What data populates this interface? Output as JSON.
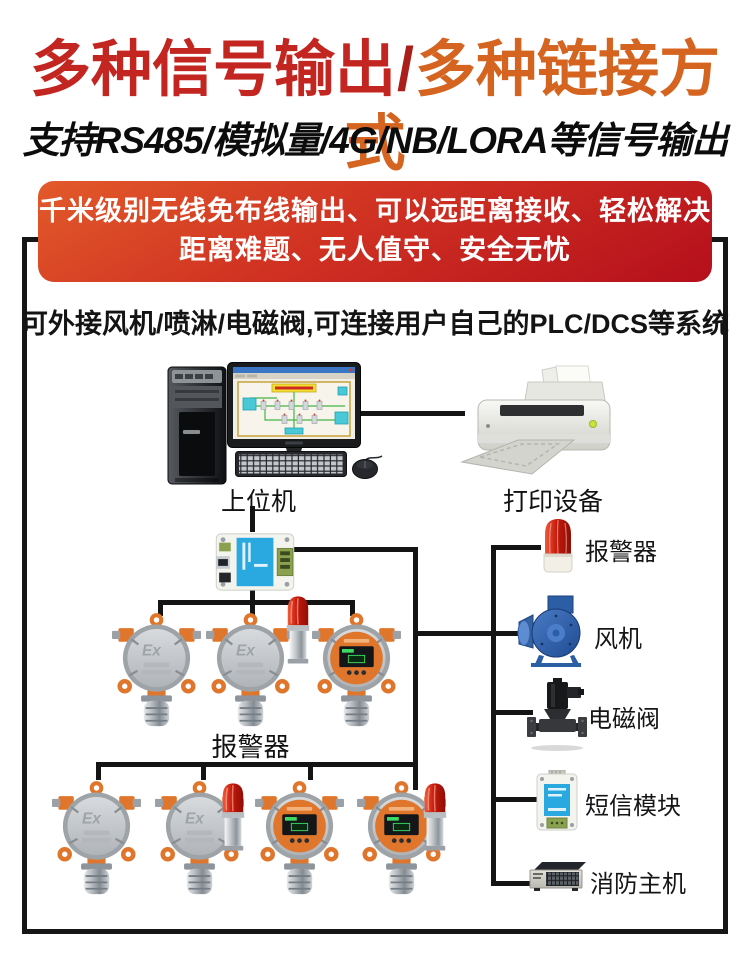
{
  "header": {
    "title_part1": "多种信号输出",
    "title_slash": "/",
    "title_part2": "多种链接方式",
    "subtitle": "支持RS485/模拟量/4G/NB/LORA等信号输出"
  },
  "banner": {
    "line1": "千米级别无线免布线输出、可以远距离接收、轻松解决",
    "line2": "距离难题、无人值守、安全无忧"
  },
  "diagram": {
    "intro": "可外接风机/喷淋/电磁阀,可连接用户自己的PLC/DCS等系统",
    "computer": {
      "label": "上位机"
    },
    "printer": {
      "label": "打印设备"
    },
    "converter": {
      "icon": "usb-rs485-converter"
    },
    "detector_group": {
      "label": "报警器",
      "marking": "Ex"
    },
    "right_column": [
      {
        "label": "报警器",
        "icon": "alarm-beacon"
      },
      {
        "label": "风机",
        "icon": "blower-fan"
      },
      {
        "label": "电磁阀",
        "icon": "solenoid-valve"
      },
      {
        "label": "短信模块",
        "icon": "sms-module"
      },
      {
        "label": "消防主机",
        "icon": "fire-alarm-panel"
      }
    ]
  },
  "colors": {
    "title_red": "#c32620",
    "title_orange": "#d4641f",
    "banner_gradient_start": "#e25a2a",
    "banner_gradient_end": "#b50f1c",
    "line_color": "#141414",
    "detector_orange": "#e0762c"
  }
}
